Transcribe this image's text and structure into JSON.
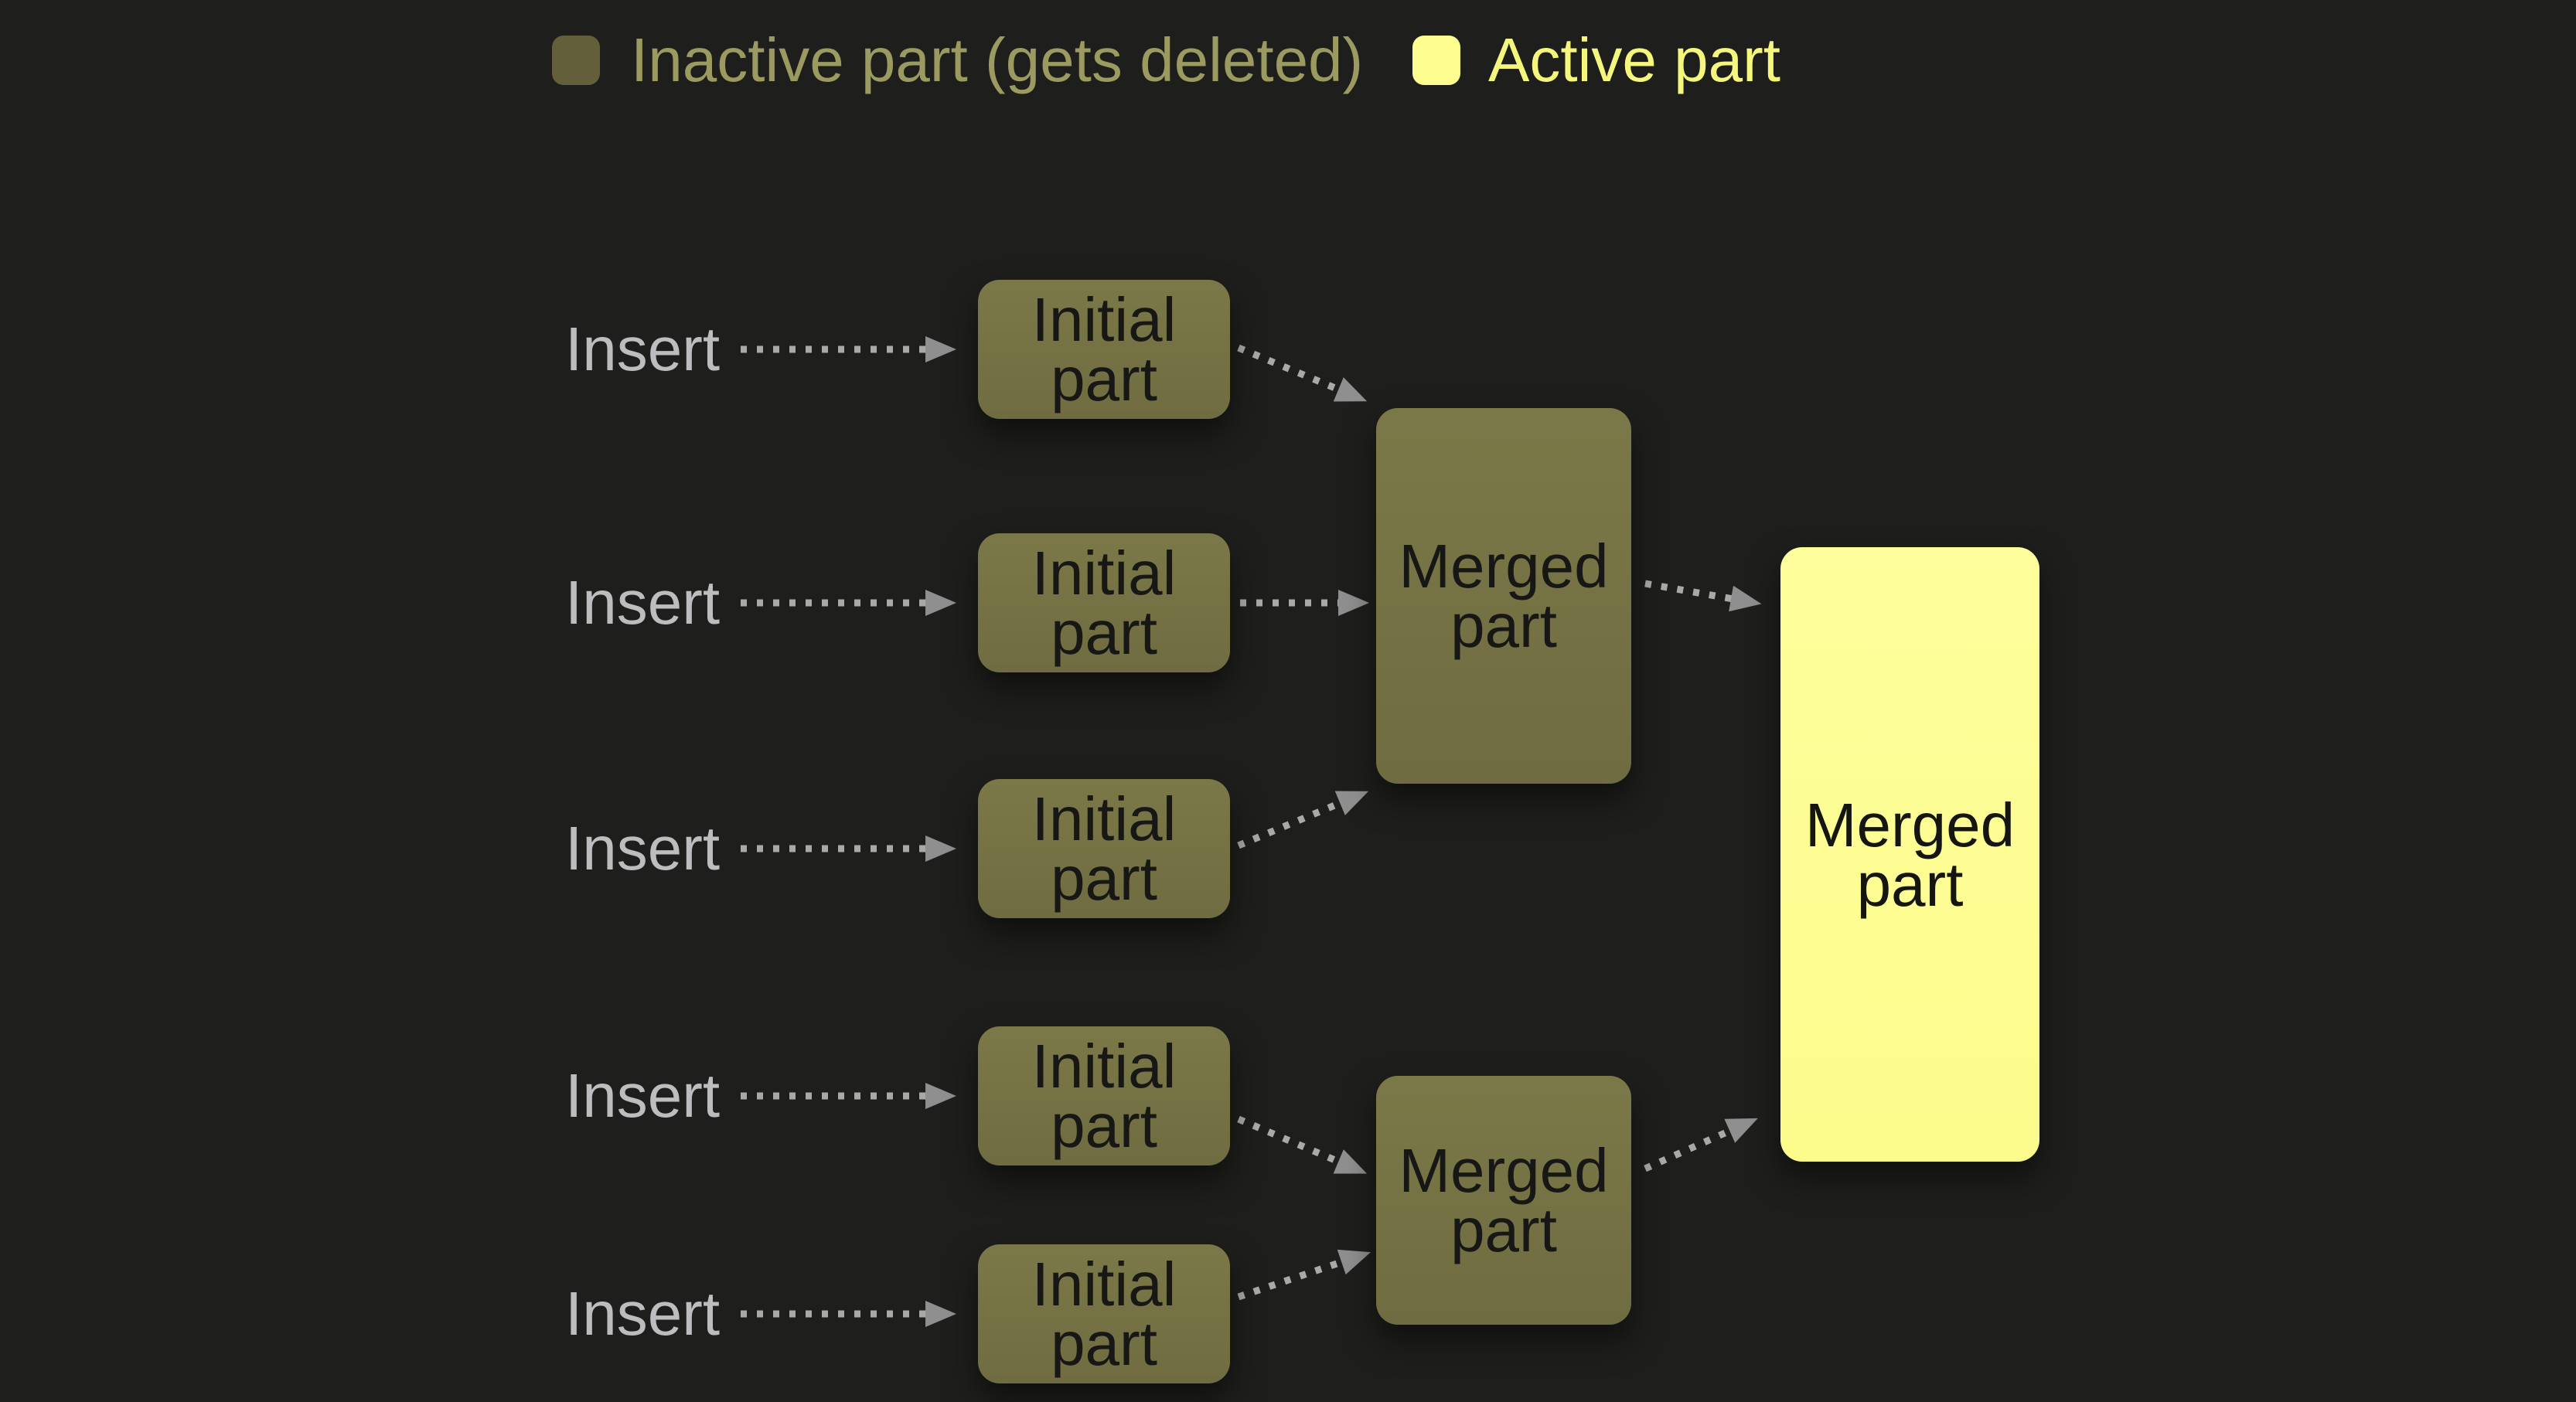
{
  "canvas": {
    "background_color": "#1e1e1c"
  },
  "legend": {
    "items": [
      {
        "label": "Inactive part (gets deleted)",
        "swatch_color": "#635f3b",
        "text_color": "#9a9a61",
        "state": "inactive"
      },
      {
        "label": "Active part",
        "swatch_color": "#fdfd90",
        "text_color": "#f5f77d",
        "state": "active"
      }
    ]
  },
  "diagram": {
    "rows": [
      {
        "insert_label": "Insert",
        "node_label": "Initial part"
      },
      {
        "insert_label": "Insert",
        "node_label": "Initial part"
      },
      {
        "insert_label": "Insert",
        "node_label": "Initial part"
      },
      {
        "insert_label": "Insert",
        "node_label": "Initial part"
      },
      {
        "insert_label": "Insert",
        "node_label": "Initial part"
      }
    ],
    "merged_nodes": [
      {
        "label": "Merged part",
        "state": "inactive",
        "fill": "#747143",
        "sources": [
          "row-1",
          "row-2",
          "row-3"
        ]
      },
      {
        "label": "Merged part",
        "state": "inactive",
        "fill": "#747143",
        "sources": [
          "row-4",
          "row-5"
        ]
      },
      {
        "label": "Merged part",
        "state": "active",
        "fill": "#fdfd90",
        "sources": [
          "merged-1",
          "merged-2"
        ]
      }
    ],
    "colors": {
      "inactive_fill": "#747143",
      "active_fill": "#fdfd90",
      "node_text": "#171715",
      "insert_text": "#bcbdbe",
      "arrow_dots": "#a9a9a9",
      "arrow_head": "#8f8f8f"
    }
  }
}
